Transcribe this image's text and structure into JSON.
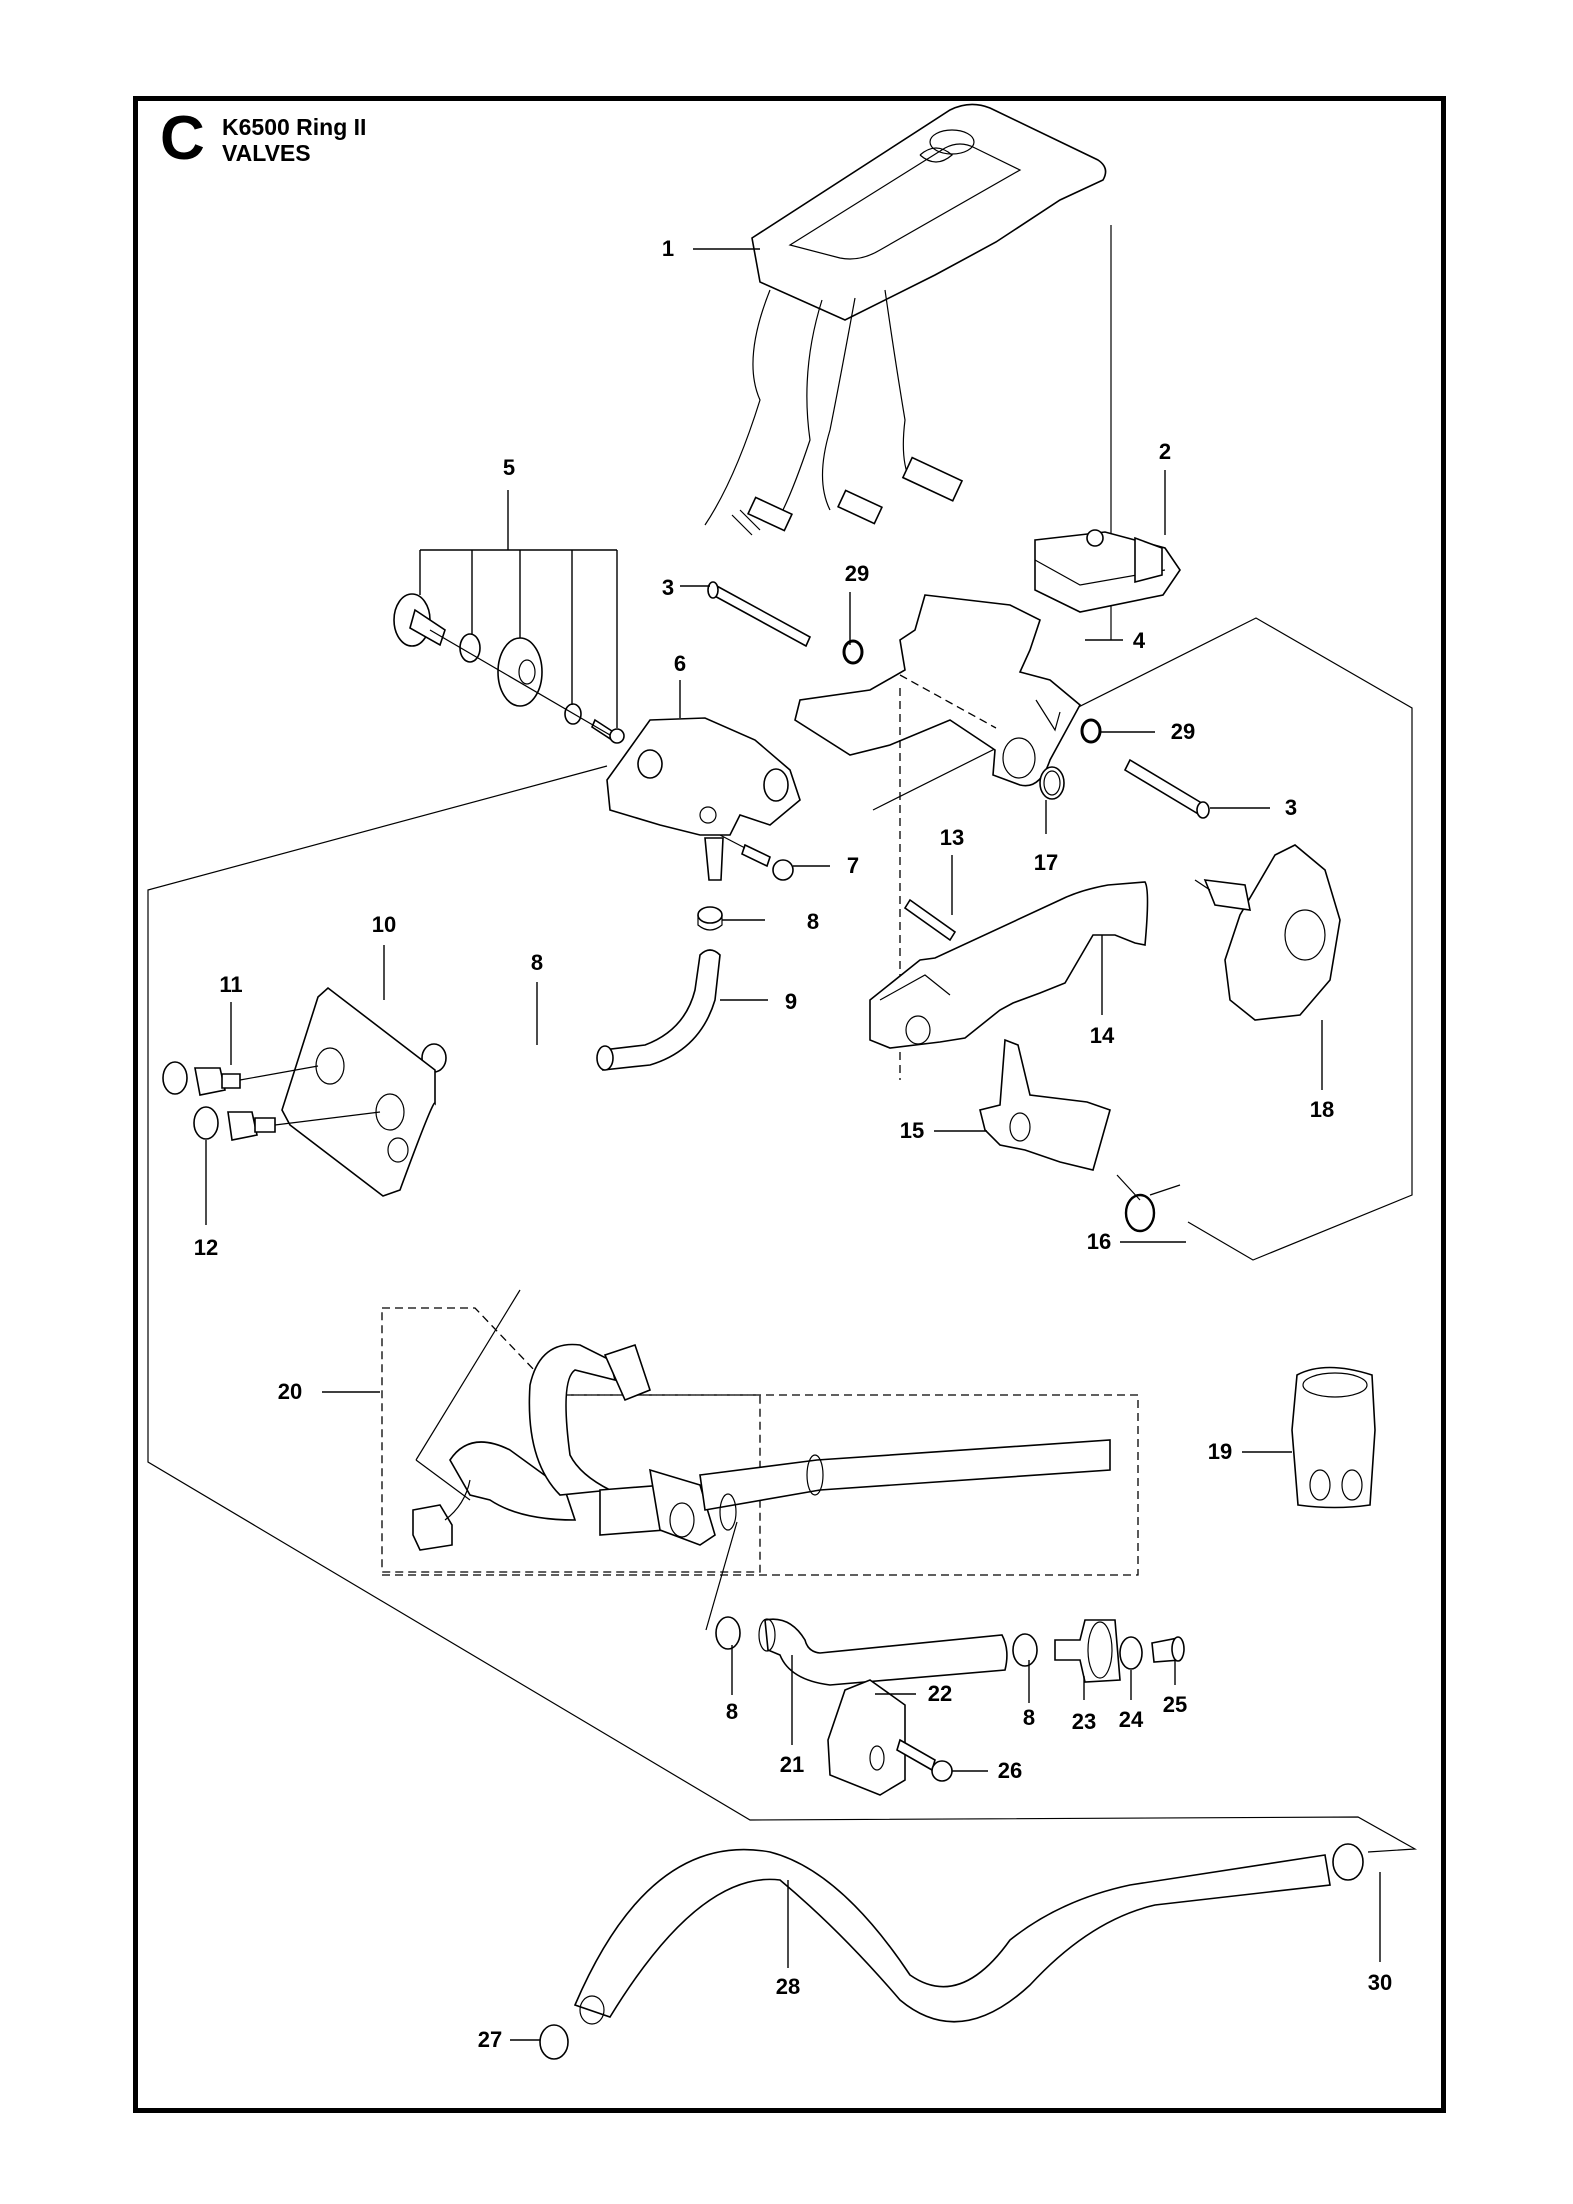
{
  "header": {
    "section_letter": "C",
    "model": "K6500 Ring II",
    "section_title": "VALVES"
  },
  "callouts": [
    {
      "id": "c1",
      "number": "1",
      "part": "control-panel-with-cable-harness"
    },
    {
      "id": "c2",
      "number": "2",
      "part": "switch-unit"
    },
    {
      "id": "c3a",
      "number": "3",
      "part": "pin"
    },
    {
      "id": "c29a",
      "number": "29",
      "part": "lock-washer"
    },
    {
      "id": "c4",
      "number": "4",
      "part": "handle-bracket"
    },
    {
      "id": "c5",
      "number": "5",
      "part": "valve-knob-kit"
    },
    {
      "id": "c6",
      "number": "6",
      "part": "valve-body"
    },
    {
      "id": "c29b",
      "number": "29",
      "part": "lock-washer"
    },
    {
      "id": "c3b",
      "number": "3",
      "part": "pin"
    },
    {
      "id": "c7",
      "number": "7",
      "part": "screw"
    },
    {
      "id": "c13",
      "number": "13",
      "part": "pin"
    },
    {
      "id": "c17",
      "number": "17",
      "part": "washer"
    },
    {
      "id": "c10",
      "number": "10",
      "part": "valve-plate"
    },
    {
      "id": "c8a",
      "number": "8",
      "part": "hose-clamp"
    },
    {
      "id": "c11",
      "number": "11",
      "part": "nipple"
    },
    {
      "id": "c8b",
      "number": "8",
      "part": "hose-clamp"
    },
    {
      "id": "c9",
      "number": "9",
      "part": "hose"
    },
    {
      "id": "c14",
      "number": "14",
      "part": "throttle-trigger"
    },
    {
      "id": "c18",
      "number": "18",
      "part": "water-valve-knob"
    },
    {
      "id": "c12",
      "number": "12",
      "part": "seal"
    },
    {
      "id": "c15",
      "number": "15",
      "part": "throttle-lockout"
    },
    {
      "id": "c16",
      "number": "16",
      "part": "spring"
    },
    {
      "id": "c20",
      "number": "20",
      "part": "cable-and-hose-assembly"
    },
    {
      "id": "c19",
      "number": "19",
      "part": "hose-coupling"
    },
    {
      "id": "c8c",
      "number": "8",
      "part": "hose-clamp"
    },
    {
      "id": "c21",
      "number": "21",
      "part": "hose"
    },
    {
      "id": "c22",
      "number": "22",
      "part": "hose-clip"
    },
    {
      "id": "c8d",
      "number": "8",
      "part": "hose-clamp"
    },
    {
      "id": "c23",
      "number": "23",
      "part": "water-connector"
    },
    {
      "id": "c24",
      "number": "24",
      "part": "washer"
    },
    {
      "id": "c25",
      "number": "25",
      "part": "filter"
    },
    {
      "id": "c26",
      "number": "26",
      "part": "screw"
    },
    {
      "id": "c28",
      "number": "28",
      "part": "hose"
    },
    {
      "id": "c30",
      "number": "30",
      "part": "hose-clamp"
    },
    {
      "id": "c27",
      "number": "27",
      "part": "hose-clamp"
    }
  ],
  "logo": {
    "icon": "husqvarna-crown-logo"
  }
}
